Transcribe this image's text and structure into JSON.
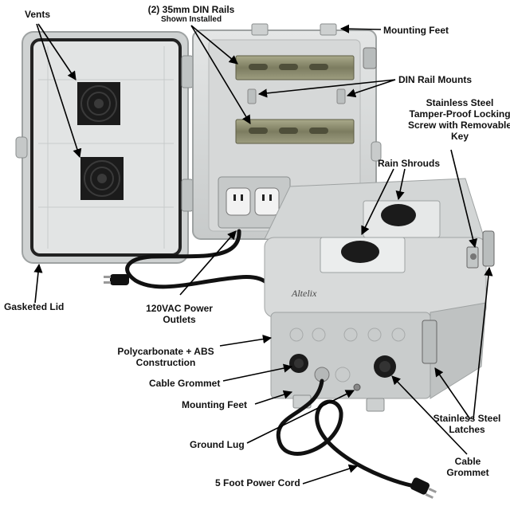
{
  "labels": {
    "vents": "Vents",
    "din_rails_title": "(2) 35mm DIN Rails",
    "din_rails_sub": "Shown Installed",
    "mounting_feet_top": "Mounting Feet",
    "din_rail_mounts": "DIN Rail Mounts",
    "locking_screw_line1": "Stainless Steel",
    "locking_screw_line2": "Tamper-Proof Locking",
    "locking_screw_line3": "Screw with Removable",
    "locking_screw_line4": "Key",
    "rain_shrouds": "Rain Shrouds",
    "gasketed_lid": "Gasketed Lid",
    "power_outlets_line1": "120VAC Power",
    "power_outlets_line2": "Outlets",
    "construction_line1": "Polycarbonate + ABS",
    "construction_line2": "Construction",
    "cable_grommet_left": "Cable Grommet",
    "mounting_feet_bottom": "Mounting Feet",
    "ground_lug": "Ground Lug",
    "power_cord": "5 Foot Power Cord",
    "latches_line1": "Stainless Steel",
    "latches_line2": "Latches",
    "cable_grommet_right_line1": "Cable",
    "cable_grommet_right_line2": "Grommet",
    "brand": "Altelix"
  },
  "colors": {
    "enclosure": "#d9dbdb",
    "enclosure_shadow": "#b9bcbc",
    "vent": "#1b1b1b",
    "din_rail": "#8a8a6a",
    "cord": "#111111",
    "arrow": "#000000"
  }
}
